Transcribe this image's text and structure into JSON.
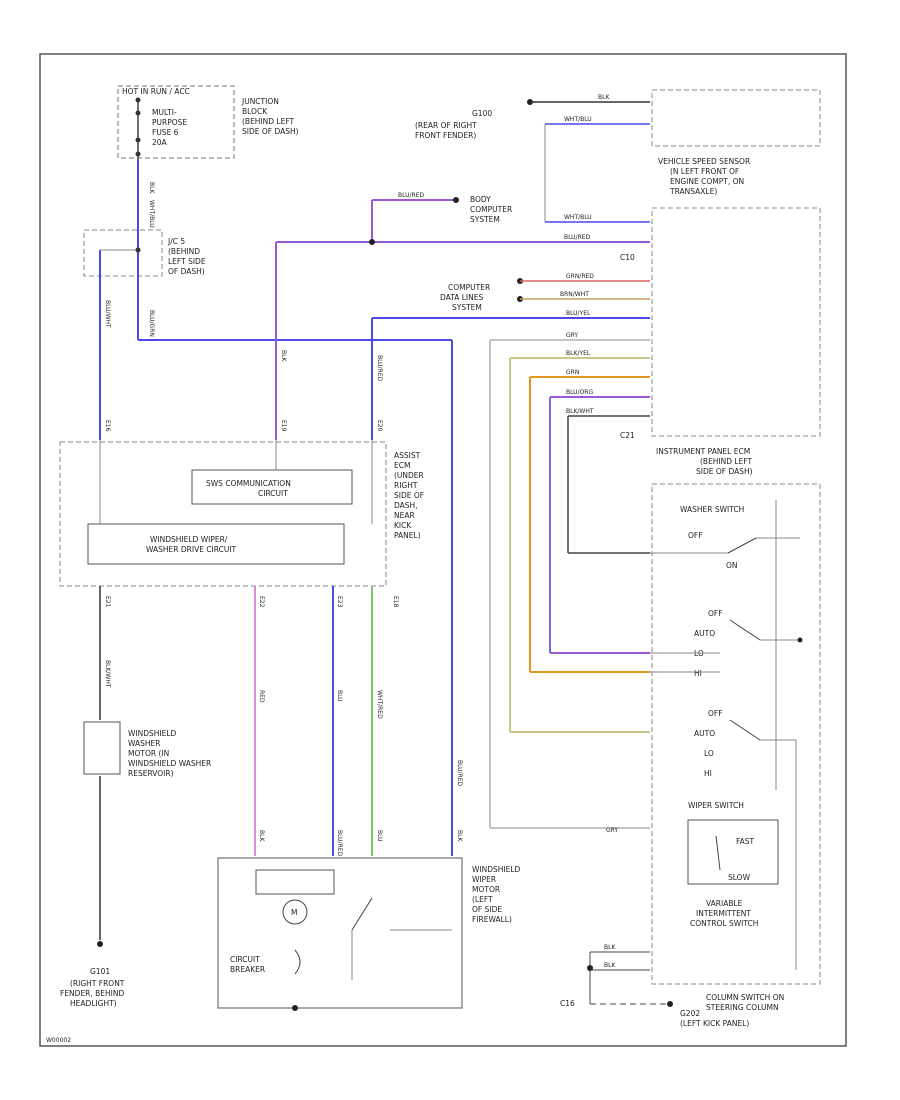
{
  "fuse_panel": {
    "hot": "HOT IN RUN / ACC",
    "fuse_1": "MULTI-",
    "fuse_2": "PURPOSE",
    "fuse_3": "FUSE 6",
    "fuse_4": "20A"
  },
  "junction_block": [
    "JUNCTION",
    "BLOCK",
    "(BEHIND LEFT",
    "SIDE OF DASH)"
  ],
  "j_c": [
    "J/C 5",
    "(BEHIND",
    "LEFT SIDE",
    "OF DASH)"
  ],
  "ground_g100": "G100",
  "g100_note": [
    "(REAR OF RIGHT",
    "FRONT FENDER)"
  ],
  "vss_note": [
    "VEHICLE SPEED SENSOR",
    "(N LEFT FRONT OF",
    "ENGINE COMPT, ON",
    "TRANSAXLE)"
  ],
  "body_computer": [
    "BODY",
    "COMPUTER",
    "SYSTEM"
  ],
  "computer_data": [
    "COMPUTER",
    "DATA LINES",
    "SYSTEM"
  ],
  "connectors": {
    "c10": "C10",
    "c21": "C21",
    "e16": "E16",
    "e19": "E19",
    "e20": "E20",
    "e21": "E21",
    "e22": "E22",
    "e23": "E23",
    "e18": "E18",
    "c16": "C16"
  },
  "ipecm_note": [
    "INSTRUMENT PANEL ECM",
    "(BEHIND LEFT",
    "SIDE OF DASH)"
  ],
  "assist_ecm": [
    "ASSIST",
    "ECM",
    "(UNDER",
    "RIGHT",
    "SIDE OF",
    "DASH,",
    "NEAR",
    "KICK",
    "PANEL)"
  ],
  "sws_circuit": [
    "SWS COMMUNICATION",
    "CIRCUIT"
  ],
  "wiper_drive": [
    "WINDSHIELD WIPER/",
    "WASHER DRIVE CIRCUIT"
  ],
  "washer_motor": [
    "WINDSHIELD",
    "WASHER",
    "MOTOR (IN",
    "WINDSHIELD WASHER",
    "RESERVOIR)"
  ],
  "ground_g101": "G101",
  "g101_note": [
    "(RIGHT FRONT",
    "FENDER, BEHIND",
    "HEADLIGHT)"
  ],
  "wiper_motor_note": [
    "WINDSHIELD",
    "WIPER",
    "MOTOR",
    "(LEFT",
    "OF SIDE",
    "FIREWALL)"
  ],
  "circuit_breaker": [
    "CIRCUIT",
    "BREAKER"
  ],
  "motor_m": "M",
  "washer_switch": "WASHER SWITCH",
  "wiper_switch": "WIPER SWITCH",
  "int_switch": [
    "VARIABLE",
    "INTERMITTENT",
    "CONTROL SWITCH"
  ],
  "column_switch": [
    "COLUMN SWITCH ON",
    "STEERING COLUMN"
  ],
  "ground_g202": "G202",
  "g202_note": [
    "(LEFT KICK PANEL)"
  ],
  "sw_positions": {
    "off": "OFF",
    "on": "ON",
    "auto": "AUTO",
    "lo": "LO",
    "hi": "HI",
    "fast": "FAST",
    "slow": "SLOW"
  },
  "wires": {
    "blk_a": "BLK",
    "wht_blu_a": "WHT/BLU",
    "wht_blu_b": "WHT/BLU",
    "blu_red_a": "BLU/RED",
    "blu_red_b": "BLU/RED",
    "grn_red": "GRN/RED",
    "brn_wht": "BRN/WHT",
    "blu_yel": "BLU/YEL",
    "gry": "GRY",
    "blk_yel": "BLK/YEL",
    "grn": "GRN",
    "blu_org": "BLU/ORG",
    "blk_wht_a": "BLK/WHT",
    "blk_a2": "BLK",
    "blu_red_c": "BLU/RED",
    "blu_red_d": "BLU/RED",
    "blu": "BLU",
    "blk_wht_b": "BLK/WHT",
    "blu_wht": "BLU/WHT",
    "blu_grn": "BLU/GRN",
    "wht_red": "WHT/RED",
    "blk_b": "BLK",
    "blk_c": "BLK",
    "blu_yel_b": "BLU/YEL",
    "gry_b": "GRY",
    "blk_d": "BLK",
    "blk_e": "BLK",
    "blu_red_v": "BLU/RED",
    "red": "RED",
    "blu_v": "BLU"
  },
  "colors": {
    "blue": "#4a4ae8",
    "purple": "#9a5ad8",
    "green": "#7ac870",
    "yellow": "#c8c888",
    "orange": "#e09820",
    "red": "#e06060",
    "pink": "#d890d8",
    "grey": "#666666",
    "black": "#222222"
  },
  "footer_code": "W00002"
}
